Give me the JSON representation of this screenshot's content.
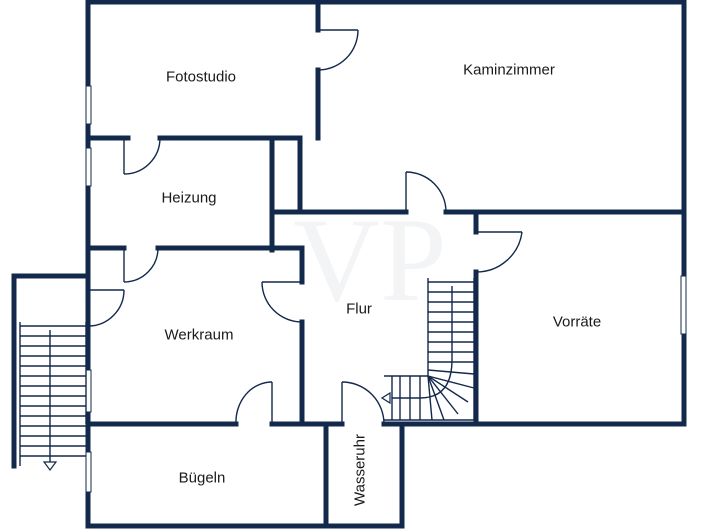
{
  "plan": {
    "rooms": {
      "fotostudio": "Fotostudio",
      "kaminzimmer": "Kaminzimmer",
      "heizung": "Heizung",
      "flur": "Flur",
      "vorraete": "Vorräte",
      "werkraum": "Werkraum",
      "buegeln": "Bügeln",
      "wasseruhr": "Wasseruhr"
    },
    "colors": {
      "wall": "#13294b",
      "background": "#ffffff",
      "label": "#1a1a1a"
    }
  }
}
